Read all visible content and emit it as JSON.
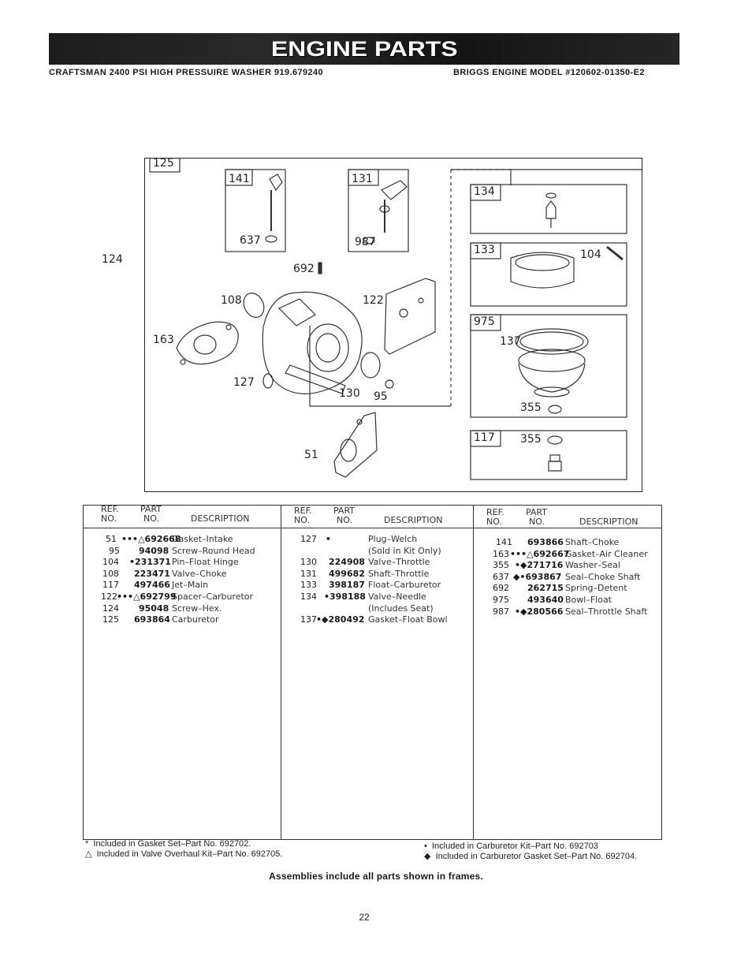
{
  "header": {
    "title": "ENGINE PARTS",
    "left": "CRAFTSMAN 2400 PSI HIGH PRESSUIRE WASHER 919.679240",
    "right": "BRIGGS ENGINE MODEL #120602-01350-E2"
  },
  "diagram": {
    "labels": {
      "l125": "125",
      "l141": "141",
      "l637": "637",
      "l131": "131",
      "l987": "987",
      "l124": "124",
      "l692": "692",
      "l108": "108",
      "l122": "122",
      "l163": "163",
      "l127": "127",
      "l130": "130",
      "l95": "95",
      "l51": "51",
      "l134": "134",
      "l133": "133",
      "l104": "104",
      "l975": "975",
      "l137": "137",
      "l355a": "355",
      "l117": "117",
      "l355b": "355"
    }
  },
  "table": {
    "head": {
      "ref": "REF.",
      "no": "NO.",
      "part": "PART",
      "partno": "NO.",
      "desc": "DESCRIPTION"
    },
    "columns": [
      [
        {
          "ref": "51",
          "part": "•••△692668",
          "desc": "Gasket–Intake"
        },
        {
          "ref": "95",
          "part": "94098",
          "desc": "Screw–Round Head"
        },
        {
          "ref": "104",
          "part": "•231371",
          "desc": "Pin–Float Hinge"
        },
        {
          "ref": "108",
          "part": "223471",
          "desc": "Valve–Choke"
        },
        {
          "ref": "117",
          "part": "497466",
          "desc": "Jet–Main"
        },
        {
          "ref": "122",
          "part": "•••△692799",
          "desc": "Spacer–Carburetor"
        },
        {
          "ref": "124",
          "part": "95048",
          "desc": "Screw–Hex."
        },
        {
          "ref": "125",
          "part": "693864",
          "desc": "Carburetor"
        }
      ],
      [
        {
          "ref": "127",
          "part": "•",
          "desc": "Plug–Welch"
        },
        {
          "ref": "",
          "part": "",
          "desc": "(Sold in Kit Only)"
        },
        {
          "ref": "130",
          "part": "224908",
          "desc": "Valve–Throttle"
        },
        {
          "ref": "131",
          "part": "499682",
          "desc": "Shaft–Throttle"
        },
        {
          "ref": "133",
          "part": "398187",
          "desc": "Float–Carburetor"
        },
        {
          "ref": "134",
          "part": "•398188",
          "desc": "Valve–Needle"
        },
        {
          "ref": "",
          "part": "",
          "desc": "(Includes Seat)"
        },
        {
          "ref": "137",
          "part": "•◆280492",
          "desc": "Gasket–Float Bowl"
        }
      ],
      [
        {
          "ref": "141",
          "part": "693866",
          "desc": "Shaft–Choke"
        },
        {
          "ref": "163",
          "part": "•••△692667",
          "desc": "Gasket–Air Cleaner"
        },
        {
          "ref": "355",
          "part": "•◆271716",
          "desc": "Washer–Seal"
        },
        {
          "ref": "637",
          "part": "◆•693867",
          "desc": "Seal–Choke Shaft"
        },
        {
          "ref": "692",
          "part": "262715",
          "desc": "Spring–Detent"
        },
        {
          "ref": "975",
          "part": "493640",
          "desc": "Bowl–Float"
        },
        {
          "ref": "987",
          "part": "•◆280566",
          "desc": "Seal–Throttle Shaft"
        }
      ]
    ]
  },
  "footnotes": {
    "star": "*  Included in Gasket Set–Part No. 692702.",
    "triangle": "△  Included in Valve Overhaul Kit–Part No. 692705.",
    "dot": "•  Included in Carburetor Kit–Part No. 692703",
    "diamond": "◆  Included in Carburetor Gasket Set–Part No. 692704."
  },
  "assembly_note": "Assemblies include all parts shown in frames.",
  "page_number": "22"
}
